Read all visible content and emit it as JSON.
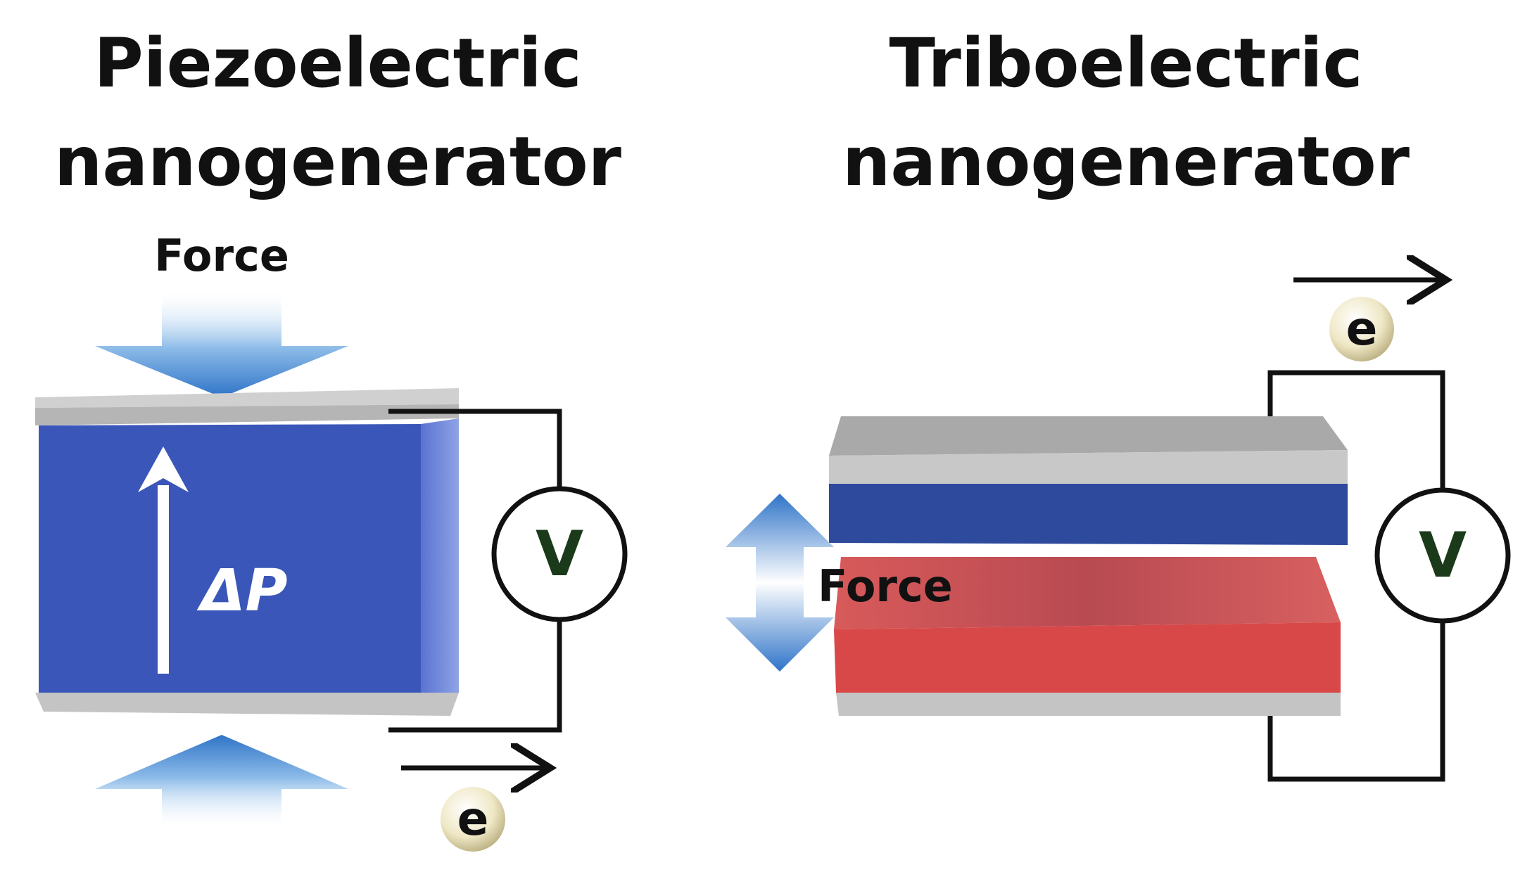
{
  "piezo": {
    "title_line1": "Piezoelectric",
    "title_line2": "nanogenerator",
    "force_label": "Force",
    "polarization_label": "ΔP",
    "voltmeter_label": "V",
    "electron_label": "e"
  },
  "tribo": {
    "title_line1": "Triboelectric",
    "title_line2": "nanogenerator",
    "force_label": "Force",
    "voltmeter_label": "V",
    "electron_label": "e"
  },
  "colors": {
    "piezo_body": "#3a56b8",
    "electrode": "#b8b8b8",
    "tribo_top_layer": "#2d4a9c",
    "tribo_bottom_layer": "#d94848",
    "force_arrow": "#3f86d4",
    "wire": "#111111",
    "electron_bead": "#f1ecd2"
  }
}
